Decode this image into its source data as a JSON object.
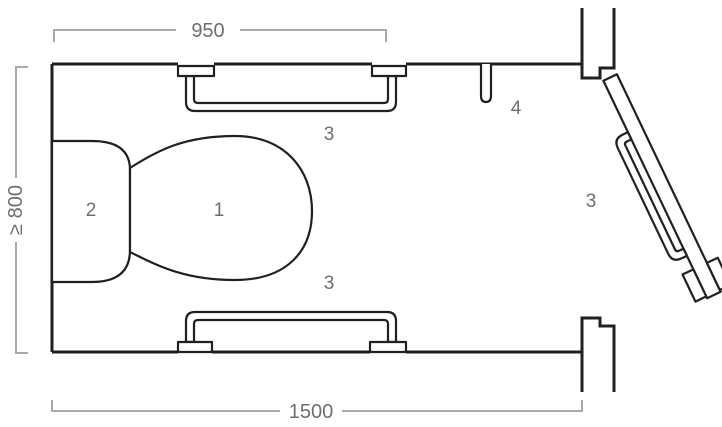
{
  "dimensions": {
    "width_label": "950",
    "length_label": "1500",
    "min_width_label": "≥ 800"
  },
  "labels": {
    "toilet": "1",
    "cistern": "2",
    "grab_rail_top": "3",
    "grab_rail_bottom": "3",
    "door_rail": "3",
    "hook": "4"
  },
  "colors": {
    "walls": "#231f20",
    "dimension_lines": "#a7a9ac",
    "text": "#6d6e71"
  }
}
